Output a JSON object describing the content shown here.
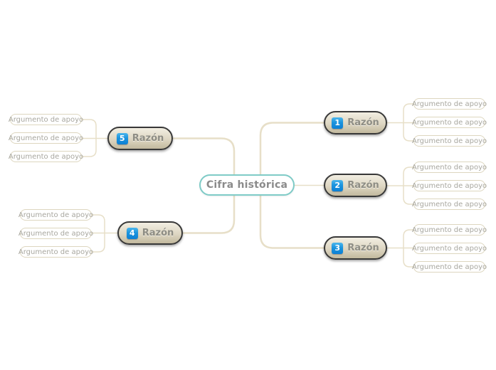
{
  "central_topic": {
    "label": "Cifra histórica"
  },
  "branches": [
    {
      "number": "1",
      "label": "Razón",
      "side": "right",
      "children": [
        "Argumento de apoyo",
        "Argumento de apoyo",
        "Argumento de apoyo"
      ]
    },
    {
      "number": "2",
      "label": "Razón",
      "side": "right",
      "children": [
        "Argumento de apoyo",
        "Argumento de apoyo",
        "Argumento de apoyo"
      ]
    },
    {
      "number": "3",
      "label": "Razón",
      "side": "right",
      "children": [
        "Argumento de apoyo",
        "Argumento de apoyo",
        "Argumento de apoyo"
      ]
    },
    {
      "number": "4",
      "label": "Razón",
      "side": "left",
      "children": [
        "Argumento de apoyo",
        "Argumento de apoyo",
        "Argumento de apoyo"
      ]
    },
    {
      "number": "5",
      "label": "Razón",
      "side": "left",
      "children": [
        "Argumento de apoyo",
        "Argumento de apoyo",
        "Argumento de apoyo"
      ]
    }
  ],
  "colors": {
    "connector": "#e7dfc8",
    "topic_fill": "#d6cdb4",
    "topic_border": "#383838",
    "badge_blue": "#1b94de",
    "central_border": "#7fcbc7",
    "argument_border": "#ddd6bf",
    "text_gray": "#8e8d84"
  }
}
